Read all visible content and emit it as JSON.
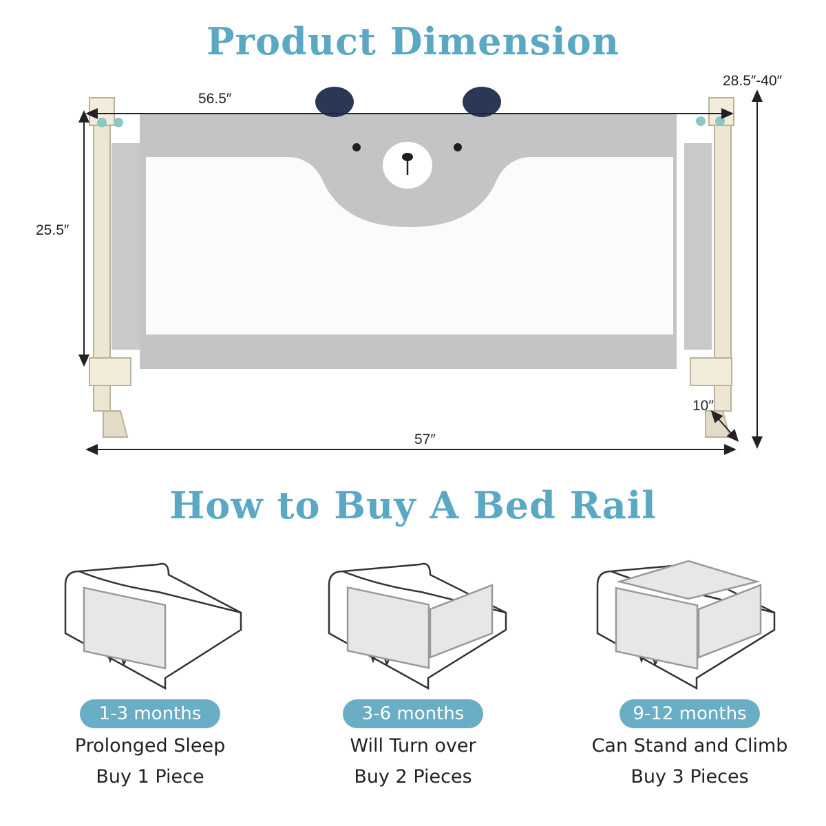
{
  "colors": {
    "accent": "#5aa8c3",
    "pill": "#6aaec5"
  },
  "titles": {
    "dimension": "Product Dimension",
    "how_to_buy": "How to Buy A Bed Rail"
  },
  "dimensions": {
    "top_width": "56.5″",
    "height_range": "28.5″-40″",
    "panel_height": "25.5″",
    "foot_depth": "10″",
    "total_width": "57″"
  },
  "options": [
    {
      "age": "1-3 months",
      "stage": "Prolonged Sleep",
      "buy": "Buy 1 Piece"
    },
    {
      "age": "3-6 months",
      "stage": "Will Turn over",
      "buy": "Buy 2 Pieces"
    },
    {
      "age": "9-12 months",
      "stage": "Can Stand and Climb",
      "buy": "Buy 3 Pieces"
    }
  ]
}
